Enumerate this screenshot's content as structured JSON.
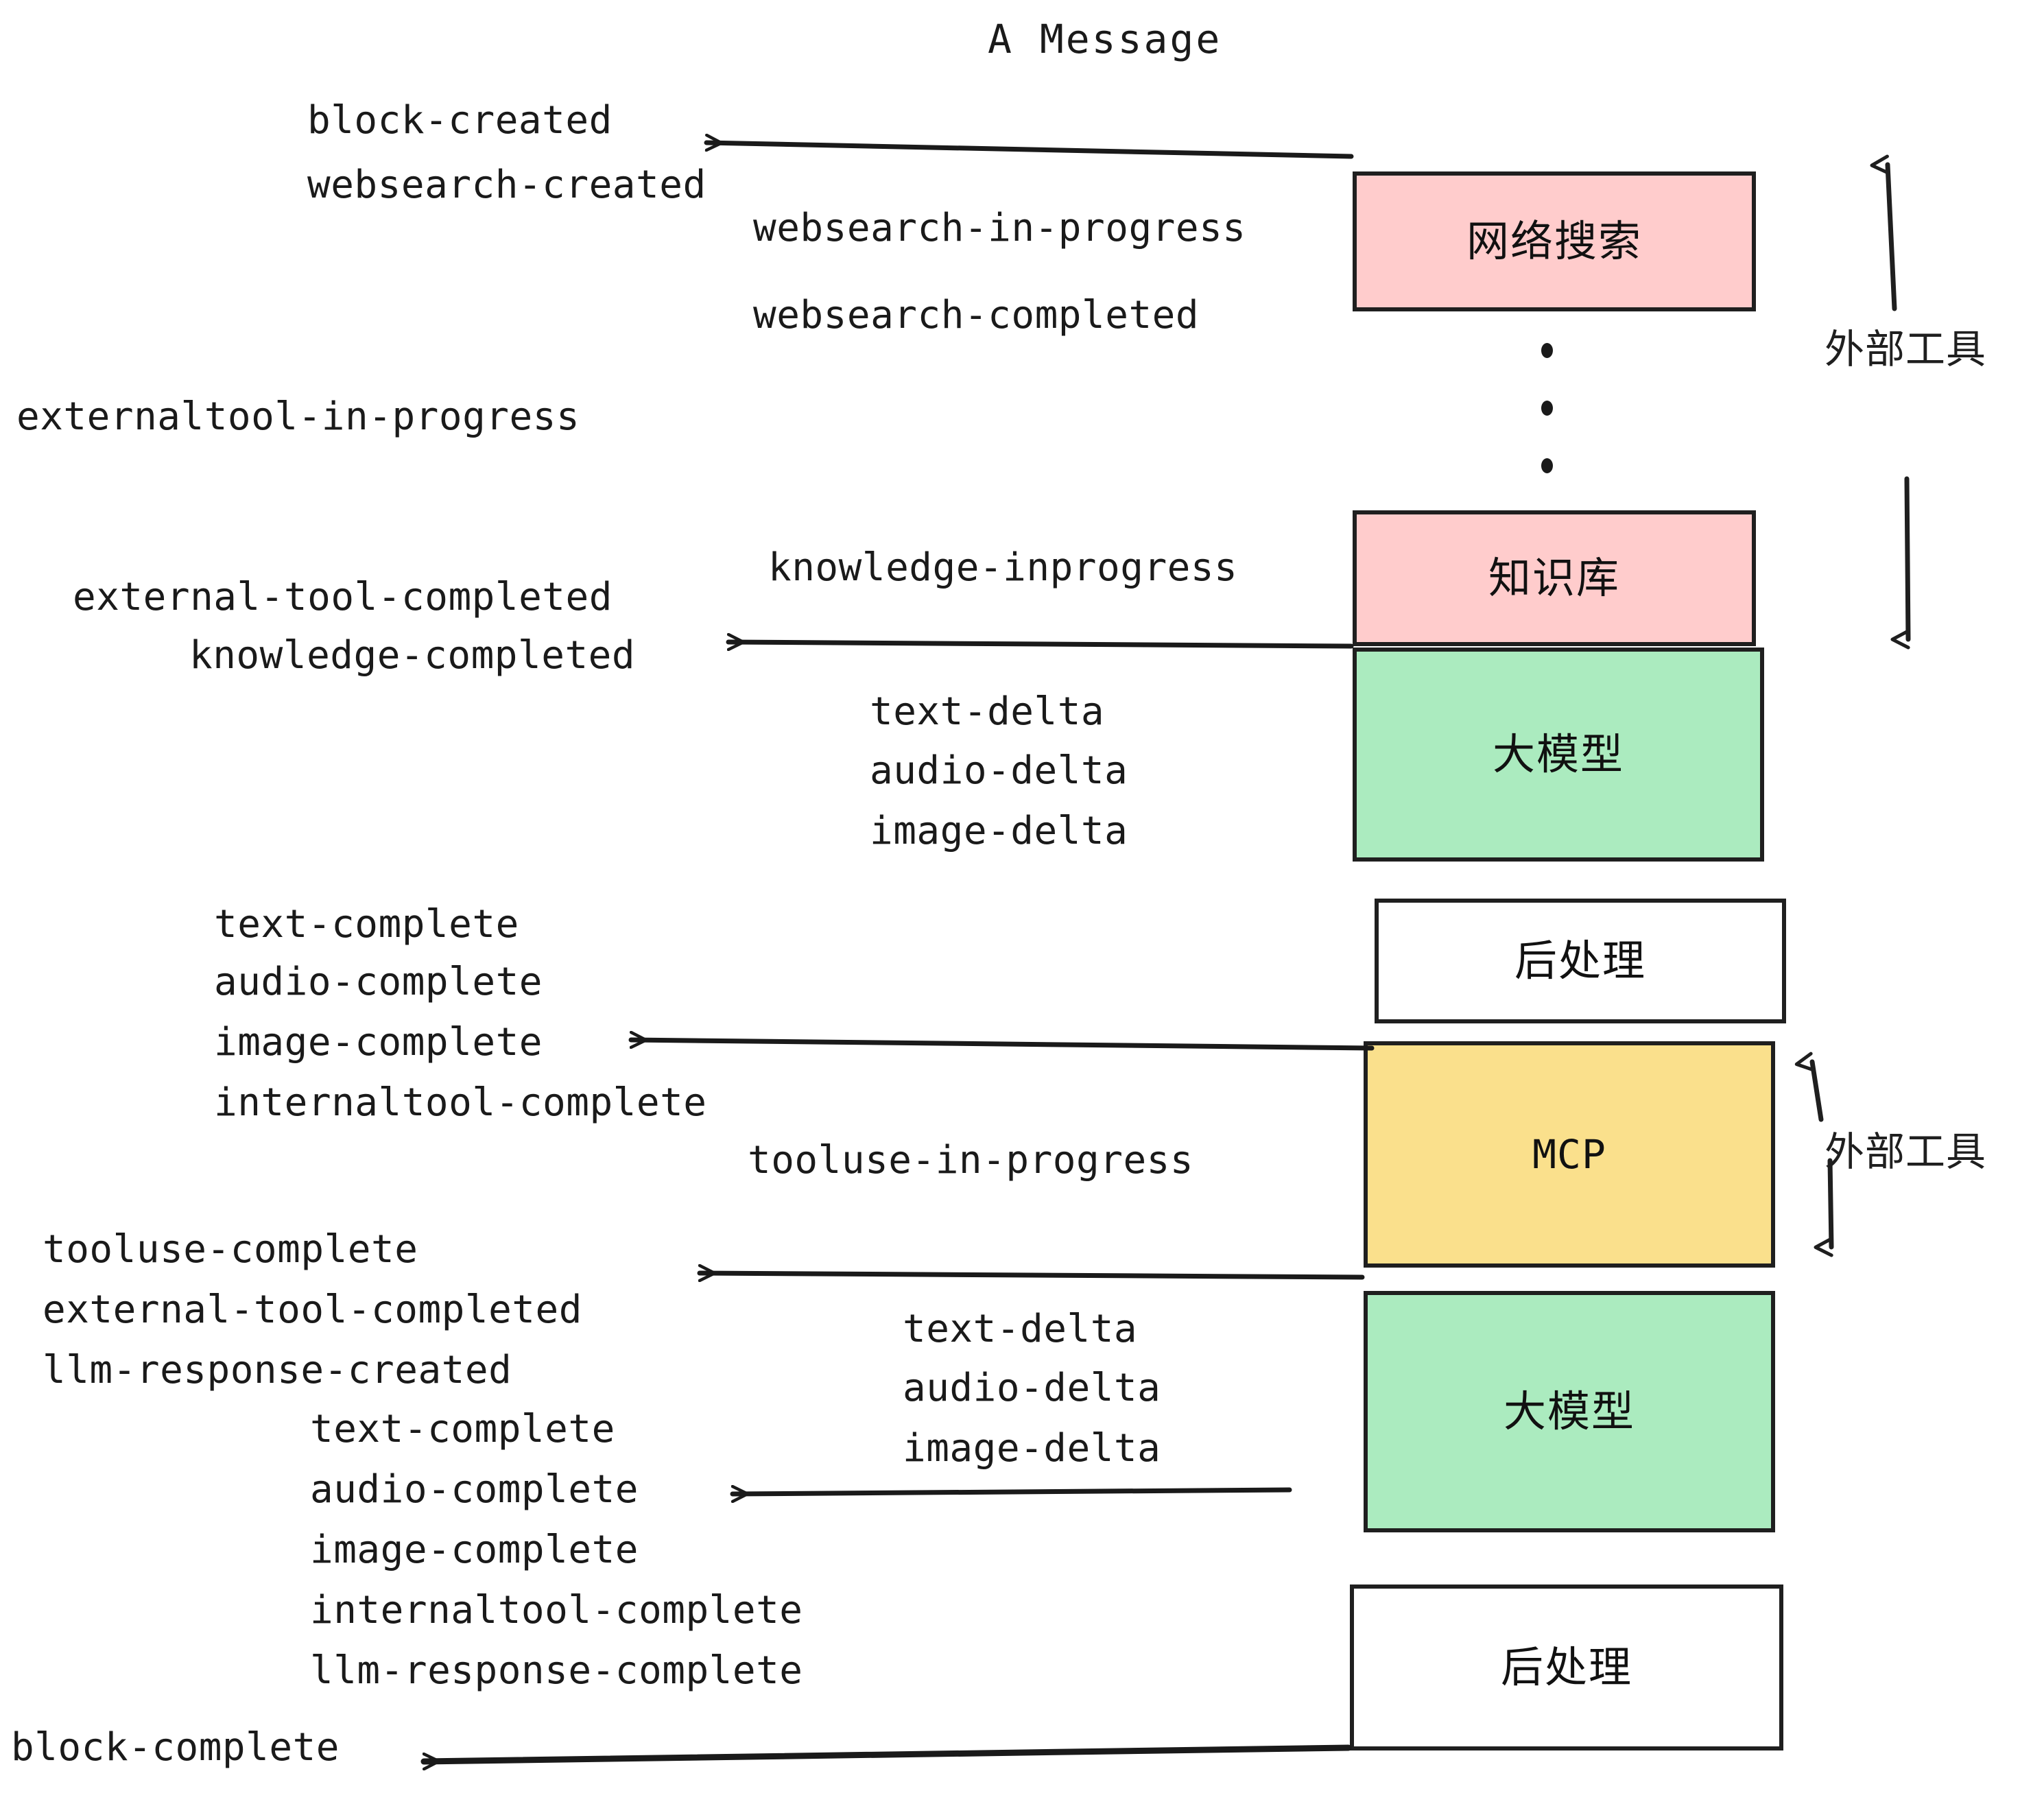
{
  "diagram": {
    "title": "A Message",
    "background": "#ffffff",
    "stroke_color": "#1f1f1f",
    "colors": {
      "pink": "#FFCCCC",
      "green": "#ABEBBF",
      "yellow": "#FAE08C",
      "white": "#FFFFFF",
      "text": "#1a1a1a"
    }
  },
  "nodes": [
    {
      "id": "websearch",
      "label": "网络搜索",
      "fill": "#FFCCCC"
    },
    {
      "id": "knowledge",
      "label": "知识库",
      "fill": "#FFCCCC"
    },
    {
      "id": "llm-1",
      "label": "大模型",
      "fill": "#ABEBBF"
    },
    {
      "id": "postprocess-1",
      "label": "后处理",
      "fill": "#FFFFFF"
    },
    {
      "id": "mcp",
      "label": "MCP",
      "fill": "#FAE08C"
    },
    {
      "id": "llm-2",
      "label": "大模型",
      "fill": "#ABEBBF"
    },
    {
      "id": "postprocess-2",
      "label": "后处理",
      "fill": "#FFFFFF"
    }
  ],
  "brackets": [
    {
      "id": "external-tools-top",
      "label": "外部工具"
    },
    {
      "id": "external-tools-bottom",
      "label": "外部工具"
    }
  ],
  "events": {
    "block_created": "block-created",
    "websearch_created": "websearch-created",
    "websearch_in_progress": "websearch-in-progress",
    "websearch_completed": "websearch-completed",
    "externaltool_in_progress": "externaltool-in-progress",
    "knowledge_inprogress": "knowledge-inprogress",
    "external_tool_completed_1": "external-tool-completed",
    "knowledge_completed": "knowledge-completed",
    "text_delta_1": "text-delta",
    "audio_delta_1": "audio-delta",
    "image_delta_1": "image-delta",
    "text_complete_1": "text-complete",
    "audio_complete_1": "audio-complete",
    "image_complete_1": "image-complete",
    "internaltool_complete_1": "internaltool-complete",
    "tooluse_in_progress": "tooluse-in-progress",
    "tooluse_complete": "tooluse-complete",
    "external_tool_completed_2": "external-tool-completed",
    "llm_response_created": "llm-response-created",
    "text_delta_2": "text-delta",
    "audio_delta_2": "audio-delta",
    "image_delta_2": "image-delta",
    "text_complete_2": "text-complete",
    "audio_complete_2": "audio-complete",
    "image_complete_2": "image-complete",
    "internaltool_complete_2": "internaltool-complete",
    "llm_response_complete": "llm-response-complete",
    "block_complete": "block-complete"
  }
}
